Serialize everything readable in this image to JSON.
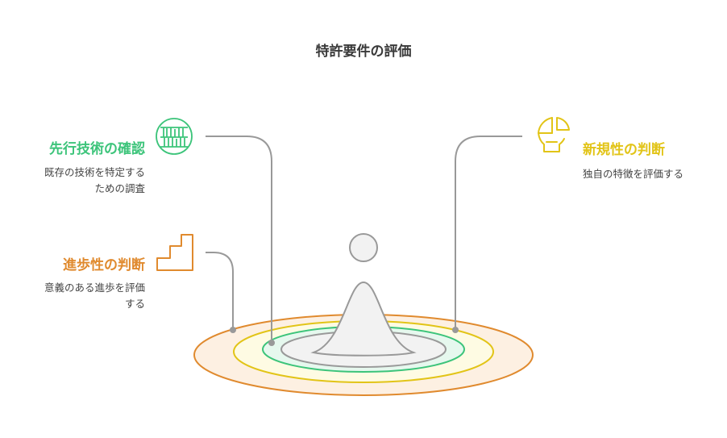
{
  "title": "特許要件の評価",
  "colors": {
    "green": "#3cc47a",
    "orange": "#e08a2e",
    "yellow": "#e2c417",
    "gray": "#999999"
  },
  "items": [
    {
      "key": "prior_art",
      "heading": "先行技術の確認",
      "desc_lines": [
        "既存の技術を特定する",
        "ための調査"
      ],
      "color": "#3cc47a",
      "icon": "bookshelf-icon"
    },
    {
      "key": "inventive_step",
      "heading": "進歩性の判断",
      "desc_lines": [
        "意義のある進歩を評価",
        "する"
      ],
      "color": "#e08a2e",
      "icon": "stairs-icon"
    },
    {
      "key": "novelty",
      "heading": "新規性の判断",
      "desc_lines": [
        "独自の特徴を評価する"
      ],
      "color": "#e2c417",
      "icon": "lightbulb-puzzle-icon"
    }
  ]
}
